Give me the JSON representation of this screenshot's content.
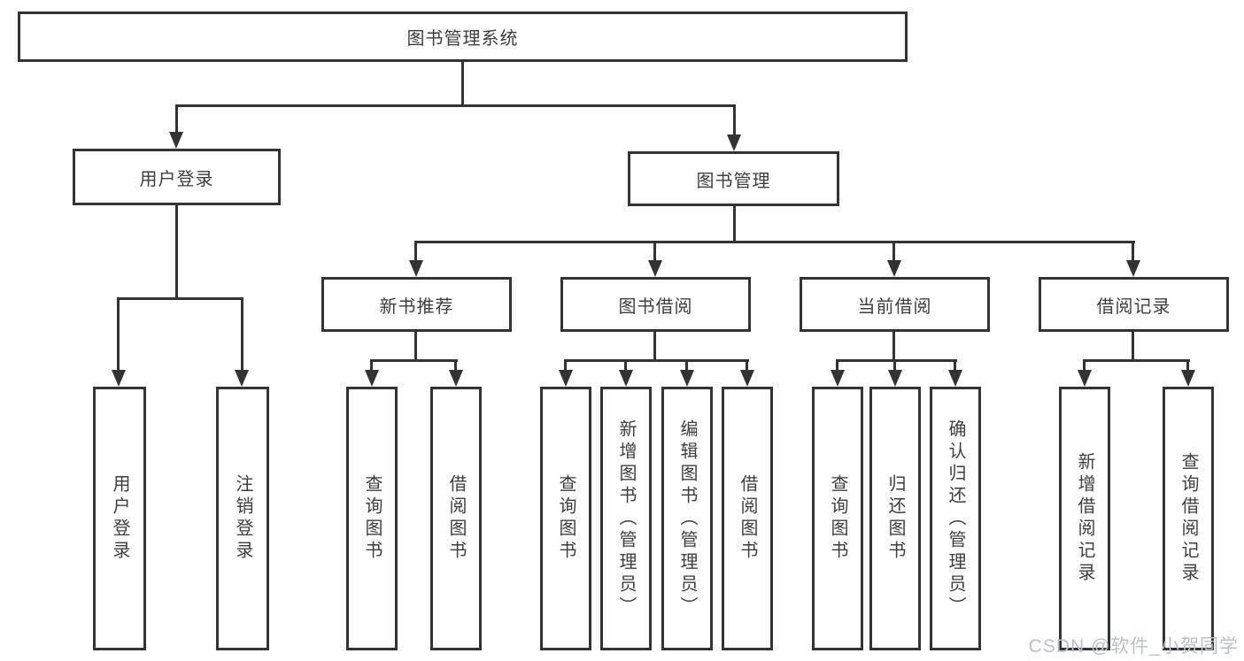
{
  "watermark": "CSDN @软件_小贺同学",
  "colors": {
    "line": "#333333",
    "text": "#3e3e3e",
    "background": "#ffffff",
    "watermark": "#bcc0c6"
  },
  "tree": {
    "root": {
      "label": "图书管理系统",
      "children": [
        {
          "label": "用户登录",
          "children": [
            {
              "label": "用户登录"
            },
            {
              "label": "注销登录"
            }
          ]
        },
        {
          "label": "图书管理",
          "children": [
            {
              "label": "新书推荐",
              "children": [
                {
                  "label": "查询图书"
                },
                {
                  "label": "借阅图书"
                }
              ]
            },
            {
              "label": "图书借阅",
              "children": [
                {
                  "label": "查询图书"
                },
                {
                  "label": "新增图书（管理员）"
                },
                {
                  "label": "编辑图书（管理员）"
                },
                {
                  "label": "借阅图书"
                }
              ]
            },
            {
              "label": "当前借阅",
              "children": [
                {
                  "label": "查询图书"
                },
                {
                  "label": "归还图书"
                },
                {
                  "label": "确认归还（管理员）"
                }
              ]
            },
            {
              "label": "借阅记录",
              "children": [
                {
                  "label": "新增借阅记录"
                },
                {
                  "label": "查询借阅记录"
                }
              ]
            }
          ]
        }
      ]
    }
  }
}
